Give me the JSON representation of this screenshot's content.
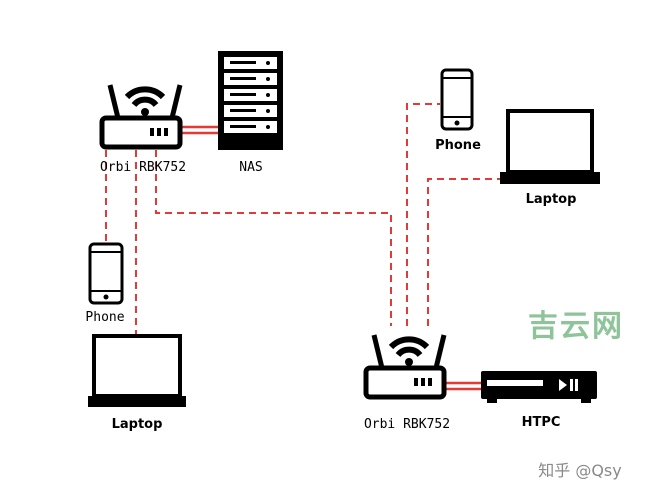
{
  "nodes": {
    "router_left": {
      "label": "Orbi RBK752",
      "icon": "wifi-router-icon"
    },
    "nas": {
      "label": "NAS",
      "icon": "server-rack-icon"
    },
    "phone_left": {
      "label": "Phone",
      "icon": "phone-icon"
    },
    "laptop_left": {
      "label": "Laptop",
      "icon": "laptop-icon"
    },
    "phone_right": {
      "label": "Phone",
      "icon": "phone-icon"
    },
    "laptop_right": {
      "label": "Laptop",
      "icon": "laptop-icon"
    },
    "router_right": {
      "label": "Orbi RBK752",
      "icon": "wifi-router-icon"
    },
    "htpc": {
      "label": "HTPC",
      "icon": "htpc-icon"
    }
  },
  "links": {
    "wired_color": "#e53935",
    "wireless_color": "#e53935"
  },
  "watermark": {
    "text": "吉云网",
    "color": "#8fc49a"
  },
  "credit": {
    "text": "知乎 @Qsy"
  }
}
